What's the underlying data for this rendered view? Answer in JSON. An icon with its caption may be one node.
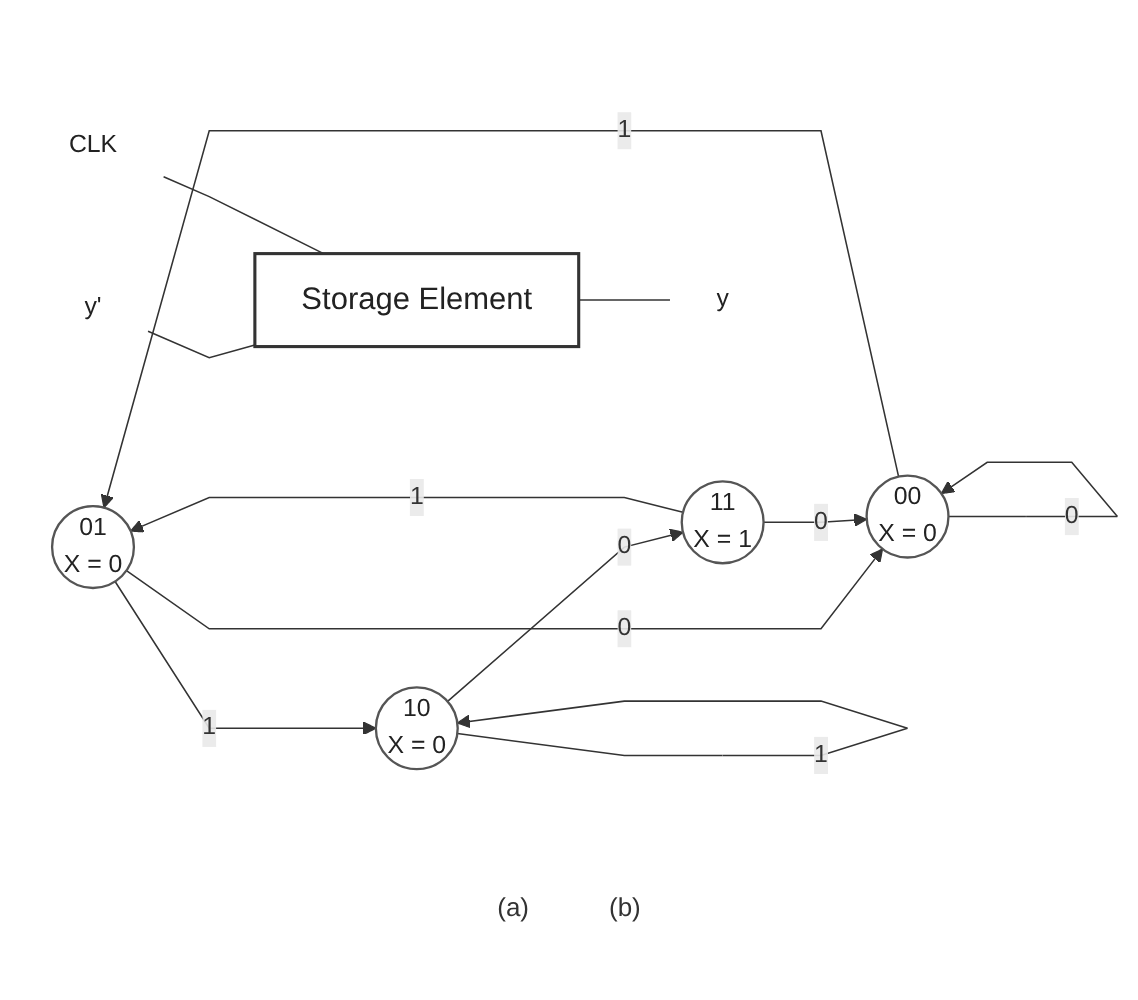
{
  "diagram": {
    "nodes": [
      {
        "text": [
          "01",
          "X = 0"
        ]
      },
      {
        "text": [
          "00",
          "X = 0"
        ]
      },
      {
        "text": [
          "10",
          "X = 0"
        ]
      },
      {
        "text": [
          "11",
          "X = 1"
        ]
      },
      {
        "text": [
          "y'"
        ]
      },
      {
        "text": [
          "Storage Element"
        ]
      },
      {
        "text": [
          "y"
        ]
      },
      {
        "text": [
          "CLK"
        ]
      }
    ],
    "edges": [
      {
        "from": 1,
        "to": 1,
        "arrow": "to",
        "label": "0"
      },
      {
        "from": 1,
        "to": 0,
        "arrow": "to",
        "label": "1"
      },
      {
        "from": 0,
        "to": 1,
        "arrow": "to",
        "label": "0"
      },
      {
        "from": 0,
        "to": 2,
        "arrow": "to",
        "label": "1"
      },
      {
        "from": 2,
        "to": 2,
        "arrow": "to",
        "label": "1"
      },
      {
        "from": 2,
        "to": 3,
        "arrow": "to",
        "label": "0"
      },
      {
        "from": 3,
        "to": 0,
        "arrow": "to",
        "label": "1"
      },
      {
        "from": 3,
        "to": 1,
        "arrow": "to",
        "label": "0"
      },
      {
        "from": 4,
        "to": 5,
        "arrow": "none"
      },
      {
        "from": 5,
        "to": 6,
        "arrow": "none"
      },
      {
        "from": 7,
        "to": 5,
        "arrow": "none"
      }
    ],
    "labels": [
      "(a)",
      "(b)"
    ]
  }
}
